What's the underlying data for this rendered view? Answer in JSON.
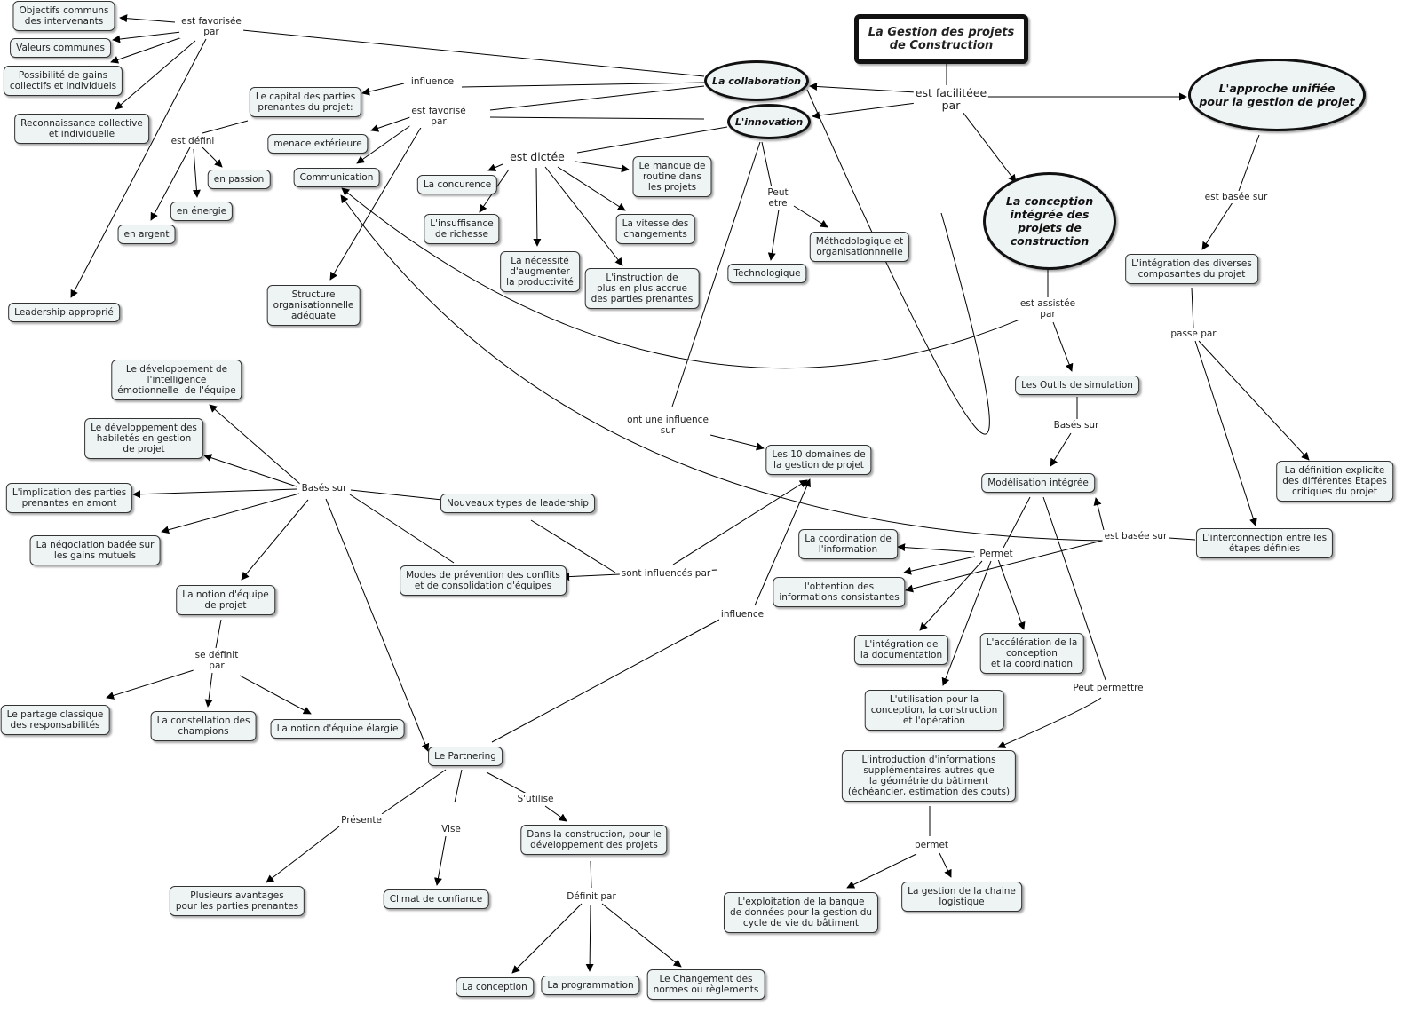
{
  "nodes": [
    {
      "id": "title",
      "text": "La Gestion des projets\nde Construction"
    },
    {
      "id": "collab",
      "text": "La collaboration"
    },
    {
      "id": "innov",
      "text": "L'innovation"
    },
    {
      "id": "approche",
      "text": "L'approche unifiée\npour la gestion de projet"
    },
    {
      "id": "conception_int",
      "text": "La conception\nintégrée des\nprojets de\nconstruction"
    },
    {
      "id": "objectifs",
      "text": "Objectifs communs\ndes intervenants"
    },
    {
      "id": "valeurs",
      "text": "Valeurs communes"
    },
    {
      "id": "gains",
      "text": "Possibilité de gains\ncollectifs et individuels"
    },
    {
      "id": "reconnaissance",
      "text": "Reconnaissance collective\net individuelle"
    },
    {
      "id": "leadership_app",
      "text": "Leadership approprié"
    },
    {
      "id": "capital",
      "text": "Le capital des parties\nprenantes du projet:"
    },
    {
      "id": "menace",
      "text": "menace extérieure"
    },
    {
      "id": "communication",
      "text": "Communication"
    },
    {
      "id": "structure",
      "text": "Structure\norganisationnelle\nadéquate"
    },
    {
      "id": "passion",
      "text": "en passion"
    },
    {
      "id": "energie",
      "text": "en énergie"
    },
    {
      "id": "argent",
      "text": "en argent"
    },
    {
      "id": "concurrence",
      "text": "La concurence"
    },
    {
      "id": "insuffisance",
      "text": "L'insuffisance\nde richesse"
    },
    {
      "id": "necessite",
      "text": "La nécessité\nd'augmenter\nla productivité"
    },
    {
      "id": "instruction",
      "text": "L'instruction de\nplus en plus accrue\ndes parties prenantes"
    },
    {
      "id": "vitesse",
      "text": "La vitesse des\nchangements"
    },
    {
      "id": "manque",
      "text": "Le manque de\nroutine dans\nles projets"
    },
    {
      "id": "technologique",
      "text": "Technologique"
    },
    {
      "id": "methodo",
      "text": "Méthodologique et\norganisationnnelle"
    },
    {
      "id": "integration_comp",
      "text": "L'intégration des diverses\ncomposantes du projet"
    },
    {
      "id": "definition",
      "text": "La définition explicite\ndes différentes Etapes\ncritiques du projet"
    },
    {
      "id": "interconnection",
      "text": "L'interconnection entre les\nétapes définies"
    },
    {
      "id": "outils",
      "text": "Les Outils de simulation"
    },
    {
      "id": "modelisation",
      "text": "Modélisation intégrée"
    },
    {
      "id": "coordination",
      "text": "La coordination de\nl'information"
    },
    {
      "id": "obtention",
      "text": "l'obtention des\ninformations consistantes"
    },
    {
      "id": "integration_doc",
      "text": "L'intégration de\nla documentation"
    },
    {
      "id": "acceleration",
      "text": "L'accélération de la\nconception\net la coordination"
    },
    {
      "id": "utilisation",
      "text": "L'utilisation pour la\nconception, la construction\net l'opération"
    },
    {
      "id": "introduction",
      "text": "L'introduction d'informations\nsupplémentaires autres que\nla géométrie du bâtiment\n(échéancier, estimation des couts)"
    },
    {
      "id": "exploitation",
      "text": "L'exploitation de la banque\nde données pour la gestion du\ncycle de vie du bâtiment"
    },
    {
      "id": "chaine",
      "text": "La gestion de la chaine\nlogistique"
    },
    {
      "id": "domaines10",
      "text": "Les 10 domaines de\nla gestion de projet"
    },
    {
      "id": "nouveaux",
      "text": "Nouveaux types de leadership"
    },
    {
      "id": "modes",
      "text": "Modes de prévention des conflits\net de consolidation d'équipes"
    },
    {
      "id": "dev_intel",
      "text": "Le développement de\nl'intelligence\némotionnelle  de l'équipe"
    },
    {
      "id": "dev_habil",
      "text": "Le développement des\nhabiletés en gestion\nde projet"
    },
    {
      "id": "implication",
      "text": "L'implication des parties\nprenantes en amont"
    },
    {
      "id": "negociation",
      "text": "La négociation badée sur\nles gains mutuels"
    },
    {
      "id": "notion_equipe",
      "text": "La notion d'équipe\nde projet"
    },
    {
      "id": "partage",
      "text": "Le partage classique\ndes responsabilités"
    },
    {
      "id": "constellation",
      "text": "La constellation des\nchampions"
    },
    {
      "id": "equipe_elargie",
      "text": "La notion d'équipe élargie"
    },
    {
      "id": "partnering",
      "text": "Le Partnering"
    },
    {
      "id": "avantages",
      "text": "Plusieurs avantages\npour les parties prenantes"
    },
    {
      "id": "climat",
      "text": "Climat de confiance"
    },
    {
      "id": "dans_construction",
      "text": "Dans la construction, pour le\ndéveloppement des projets"
    },
    {
      "id": "la_conception",
      "text": "La conception"
    },
    {
      "id": "programmation",
      "text": "La programmation"
    },
    {
      "id": "changement",
      "text": "Le Changement des\nnormes ou règlements"
    }
  ],
  "links": [
    {
      "id": "l_facilitee",
      "text": "est facilitéee\npar"
    },
    {
      "id": "l_favorisee",
      "text": "est favorisée\npar"
    },
    {
      "id": "l_influence1",
      "text": "influence"
    },
    {
      "id": "l_favorise2",
      "text": "est favorisé\npar"
    },
    {
      "id": "l_defini",
      "text": "est défini"
    },
    {
      "id": "l_dictee",
      "text": "est dictée"
    },
    {
      "id": "l_peut",
      "text": "Peut\netre"
    },
    {
      "id": "l_basee1",
      "text": "est basée sur"
    },
    {
      "id": "l_passe",
      "text": "passe par"
    },
    {
      "id": "l_assistee",
      "text": "est assistée\npar"
    },
    {
      "id": "l_bases1",
      "text": "Basés sur"
    },
    {
      "id": "l_basee2",
      "text": "est basée sur"
    },
    {
      "id": "l_permet1",
      "text": "Permet"
    },
    {
      "id": "l_peut_permettre",
      "text": "Peut permettre"
    },
    {
      "id": "l_permet2",
      "text": "permet"
    },
    {
      "id": "l_influence_sur",
      "text": "ont une influence\nsur"
    },
    {
      "id": "l_influences_par",
      "text": "sont influencés par"
    },
    {
      "id": "l_bases2",
      "text": "Basés sur"
    },
    {
      "id": "l_definit",
      "text": "se définit\npar"
    },
    {
      "id": "l_influence2",
      "text": "influence"
    },
    {
      "id": "l_presente",
      "text": "Présente"
    },
    {
      "id": "l_vise",
      "text": "Vise"
    },
    {
      "id": "l_utilise",
      "text": "S'utilise"
    },
    {
      "id": "l_definit_par",
      "text": "Définit par"
    }
  ]
}
